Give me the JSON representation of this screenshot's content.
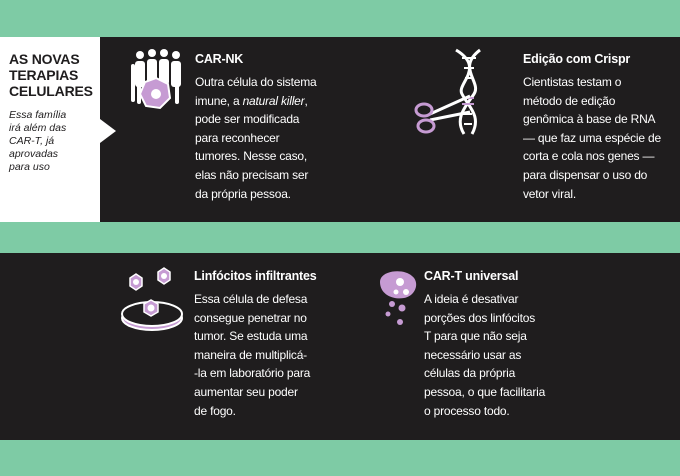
{
  "intro": {
    "title": "AS NOVAS\nTERAPIAS\nCELULARES",
    "subtitle": "Essa família\nirá além das\nCAR-T, já\naprovadas\npara uso"
  },
  "cards": {
    "car_nk": {
      "title": "CAR-NK",
      "text_before": "Outra célula do sistema\nimune, a ",
      "text_emph": "natural killer",
      "text_after": ",\npode ser modificada\npara reconhecer\ntumores. Nesse caso,\nelas não precisam ser\nda própria pessoa."
    },
    "crispr": {
      "title": "Edição com Crispr",
      "text": "Cientistas testam o\nmétodo de edição\ngenômica à base de RNA\n— que faz uma espécie de\ncorta e cola nos genes —\npara dispensar o uso do\nvetor viral."
    },
    "infiltrantes": {
      "title": "Linfócitos infiltrantes",
      "text": "Essa célula de defesa\nconsegue penetrar no\ntumor. Se estuda uma\nmaneira de multiplicá-\n-la em laboratório para\naumentar seu poder\nde fogo."
    },
    "universal": {
      "title": "CAR-T universal",
      "text": "A ideia é desativar\nporções dos linfócitos\nT para que não seja\nnecessário usar as\ncélulas da própria\npessoa, o que facilitaria\no processo todo."
    }
  },
  "colors": {
    "green": "#7ecba5",
    "dark": "#1f1d1e",
    "purple": "#c69bd3",
    "white": "#ffffff"
  },
  "icons": {
    "car_nk": "immune-cells-icon",
    "crispr": "dna-scissors-icon",
    "infiltrantes": "petri-dish-icon",
    "universal": "cell-fragments-icon"
  }
}
